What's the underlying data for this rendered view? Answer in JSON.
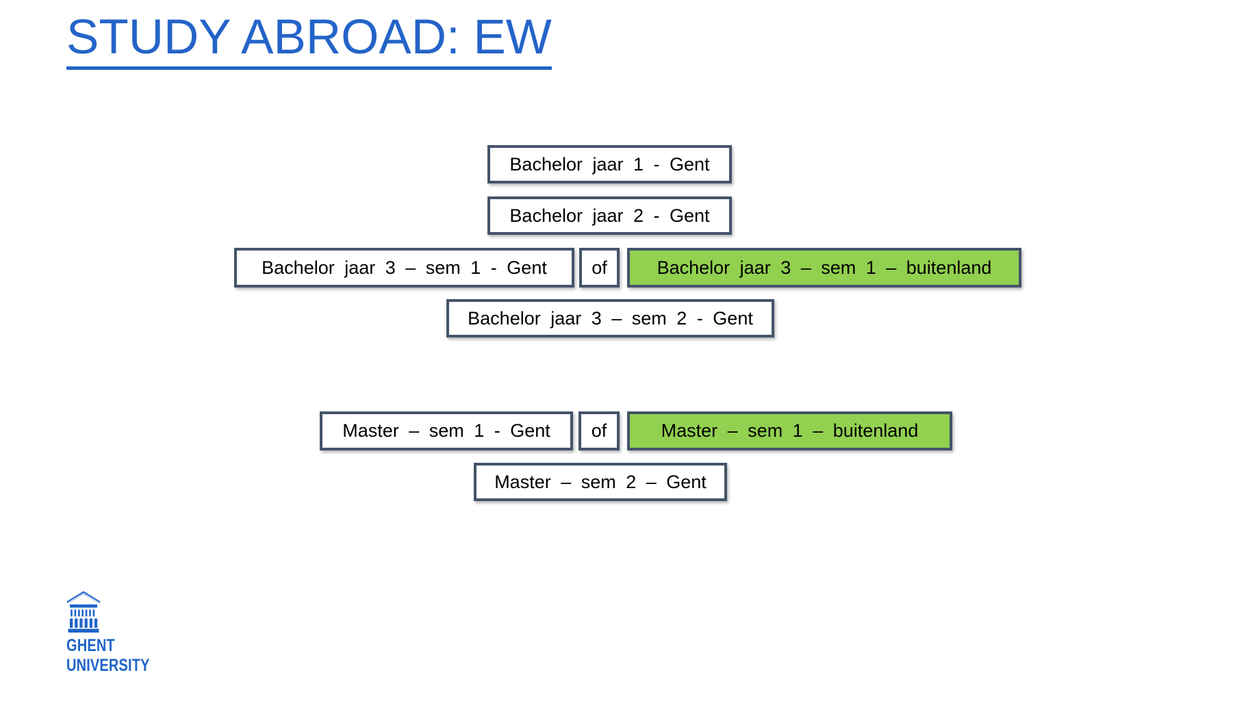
{
  "slide": {
    "title": "STUDY ABROAD: EW"
  },
  "colors": {
    "title_blue": "#2464C8",
    "logo_blue": "#1E64C8",
    "box_border": "#44546A",
    "highlight_green": "#92D050",
    "box_text": "#000000"
  },
  "diagram": {
    "boxes": {
      "bachelor_jaar_1": {
        "label": "Bachelor jaar 1 - Gent",
        "highlighted": false
      },
      "bachelor_jaar_2": {
        "label": "Bachelor jaar 2 - Gent",
        "highlighted": false
      },
      "bachelor_jaar_3_sem_1_gent": {
        "label": "Bachelor jaar 3 – sem 1 - Gent",
        "highlighted": false
      },
      "of_bachelor": {
        "label": "of"
      },
      "bachelor_jaar_3_sem_1_buitenland": {
        "label": "Bachelor jaar 3 – sem 1 – buitenland",
        "highlighted": true
      },
      "bachelor_jaar_3_sem_2_gent": {
        "label": "Bachelor jaar 3 – sem 2 - Gent",
        "highlighted": false
      },
      "master_sem_1_gent": {
        "label": "Master – sem 1 - Gent",
        "highlighted": false
      },
      "of_master": {
        "label": "of"
      },
      "master_sem_1_buitenland": {
        "label": "Master – sem 1 – buitenland",
        "highlighted": true
      },
      "master_sem_2_gent": {
        "label": "Master – sem 2 – Gent",
        "highlighted": false
      }
    }
  },
  "logo": {
    "line1": "GHENT",
    "line2": "UNIVERSITY"
  }
}
